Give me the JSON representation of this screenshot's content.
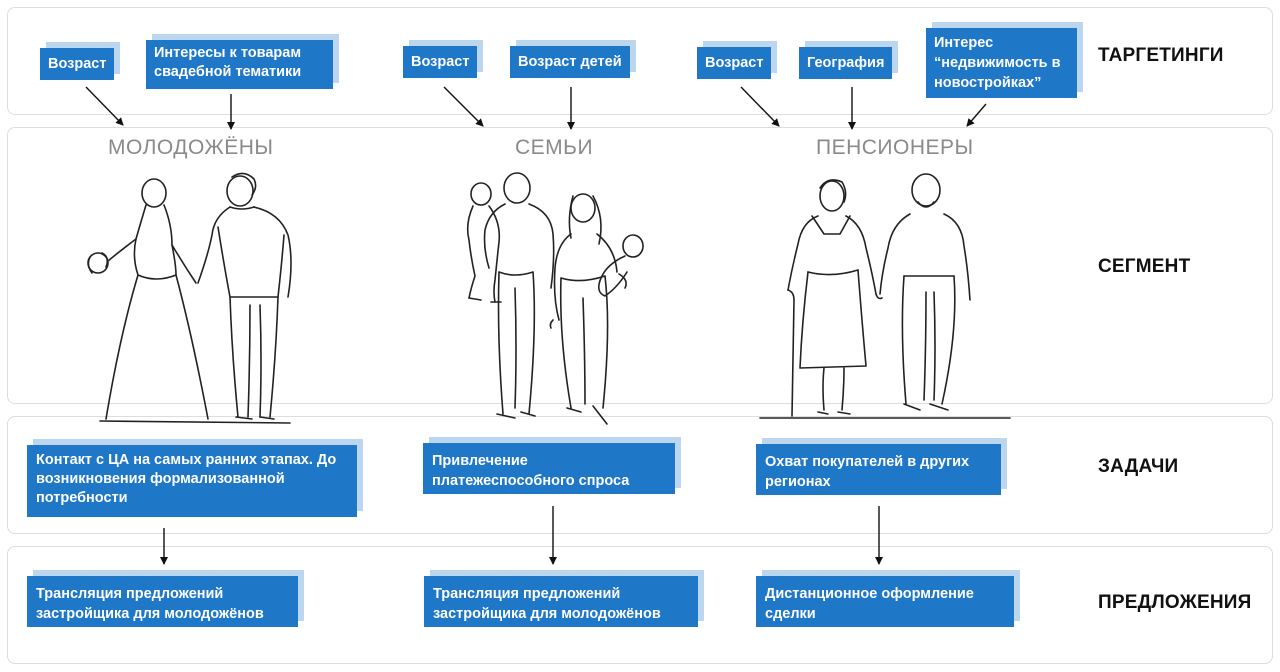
{
  "rows": {
    "targeting": "ТАРГЕТИНГИ",
    "segment": "СЕГМЕНТ",
    "tasks": "ЗАДАЧИ",
    "offers": "ПРЕДЛОЖЕНИЯ"
  },
  "segments": [
    {
      "title": "МОЛОДОЖЁНЫ",
      "tags": [
        "Возраст",
        "Интересы к товарам свадебной тематики"
      ],
      "task": "Контакт с ЦА на самых ранних этапах. До возникновения формализованной потребности",
      "offer": "Трансляция предложений застройщика для молодожёнов"
    },
    {
      "title": "СЕМЬИ",
      "tags": [
        "Возраст",
        "Возраст детей"
      ],
      "task": "Привлечение платежеспособного спроса",
      "offer": "Трансляция предложений застройщика для молодожёнов"
    },
    {
      "title": "ПЕНСИОНЕРЫ",
      "tags": [
        "Возраст",
        "География",
        "Интерес “недвижимость в новостройках”"
      ],
      "task": "Охват покупателей в других регионах",
      "offer": "Дистанционное оформление сделки"
    }
  ],
  "colors": {
    "accent": "#1f77c8",
    "accent_shadow": "#bdd6f0",
    "title_gray": "#8a8a8a"
  }
}
